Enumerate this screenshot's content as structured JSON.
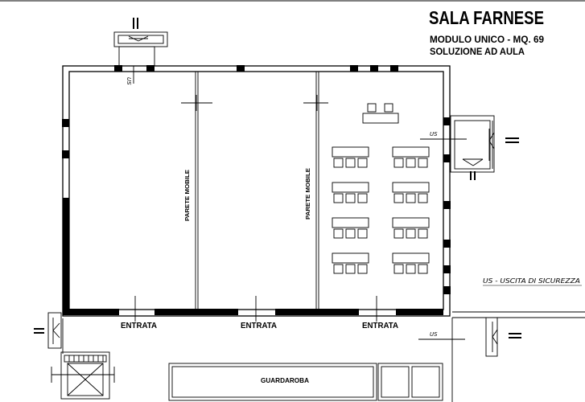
{
  "title": "SALA FARNESE",
  "subtitle_1": "MODULO UNICO - MQ. 69",
  "subtitle_2": "SOLUZIONE AD AULA",
  "legend": "US - USCITA DI SICUREZZA",
  "partition_label": "PARETE MOBILE",
  "entrance_label": "ENTRATA",
  "exit_label": "US",
  "cloakroom_label": "GUARDAROBA"
}
